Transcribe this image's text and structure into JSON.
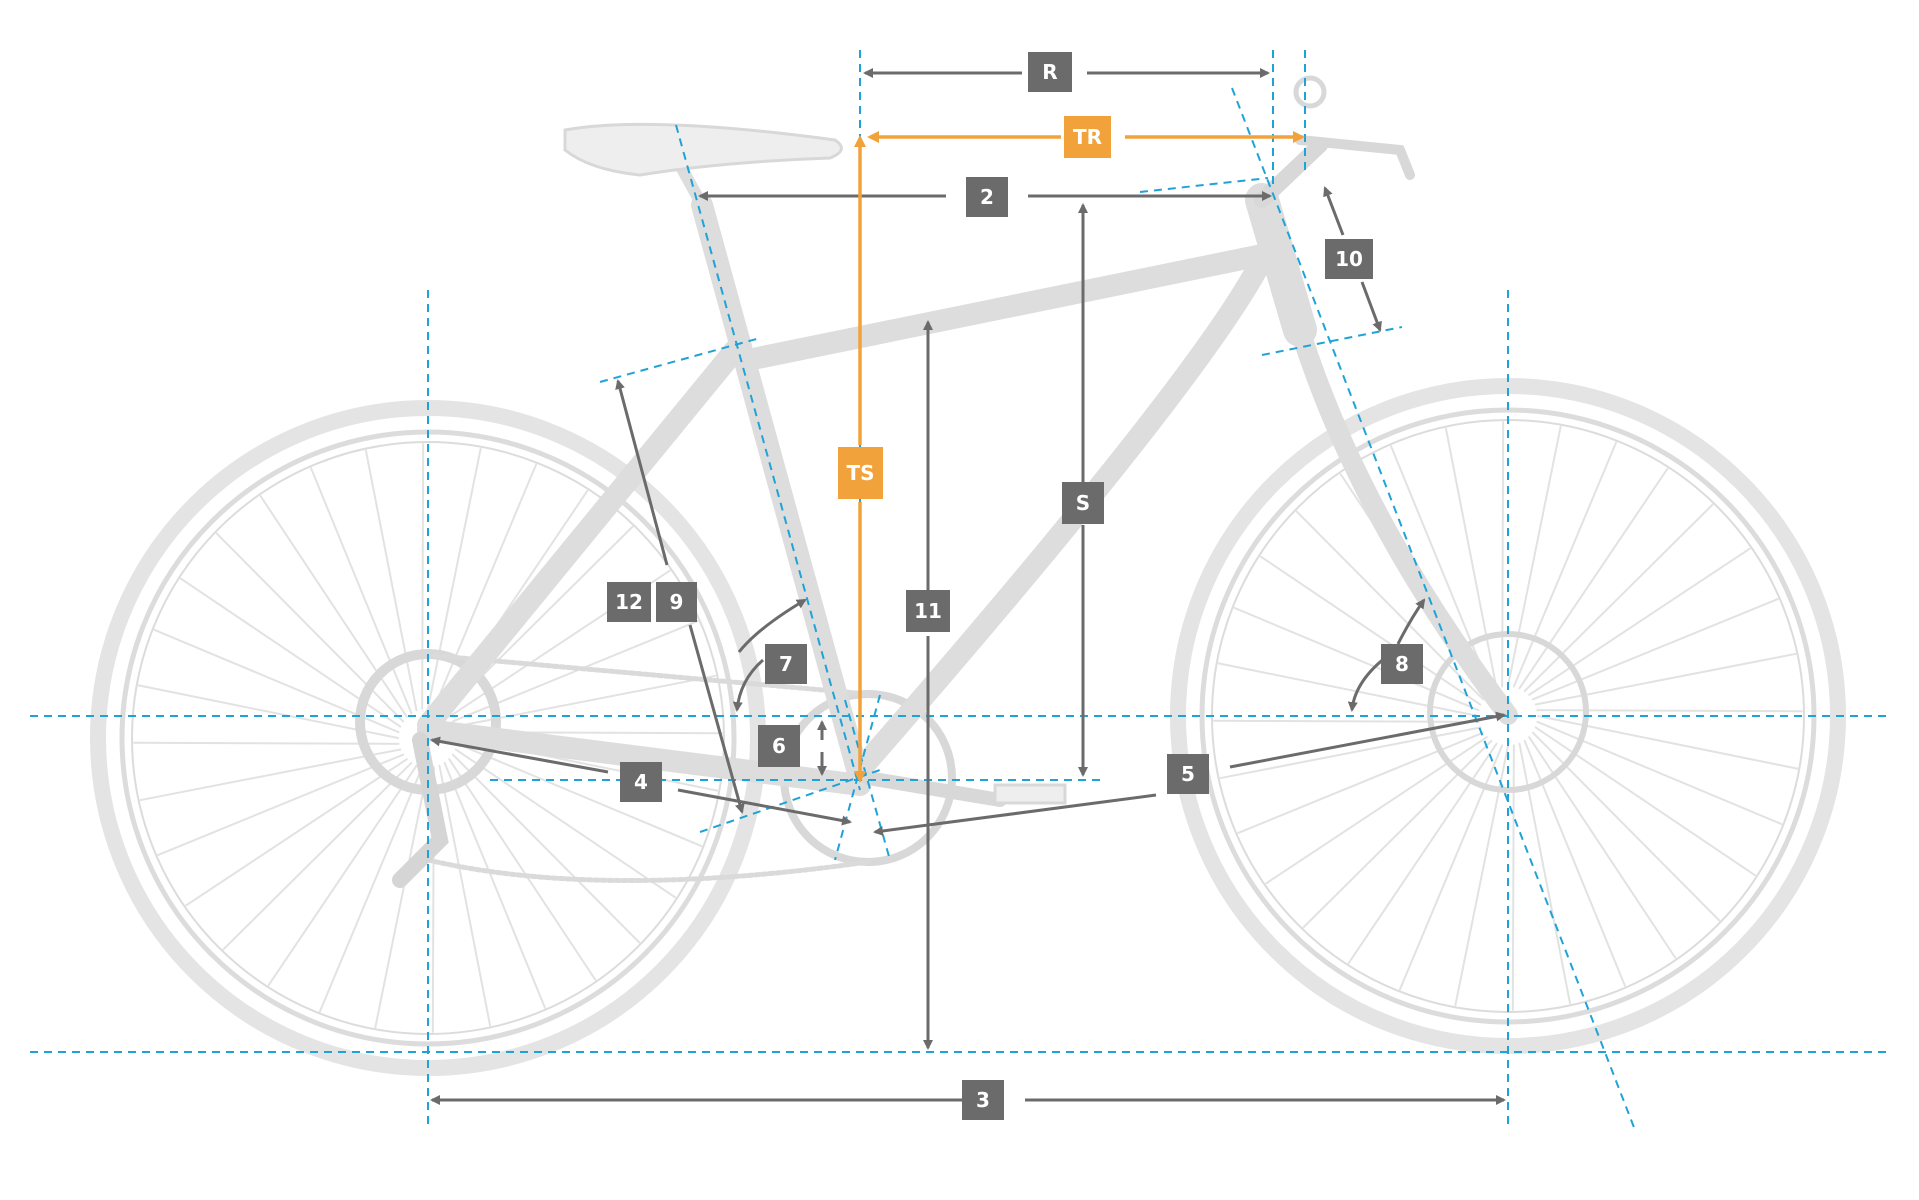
{
  "labels": {
    "R": "R",
    "TR": "TR",
    "two": "2",
    "ten": "10",
    "S": "S",
    "TS": "TS",
    "eleven": "11",
    "twelve": "12",
    "nine": "9",
    "seven": "7",
    "eight": "8",
    "six": "6",
    "four": "4",
    "five": "5",
    "three": "3"
  },
  "colors": {
    "guide": "#1fa3d6",
    "arrow": "#6b6b6b",
    "accent": "#f2a23a",
    "bike": "#d9d9d9"
  }
}
